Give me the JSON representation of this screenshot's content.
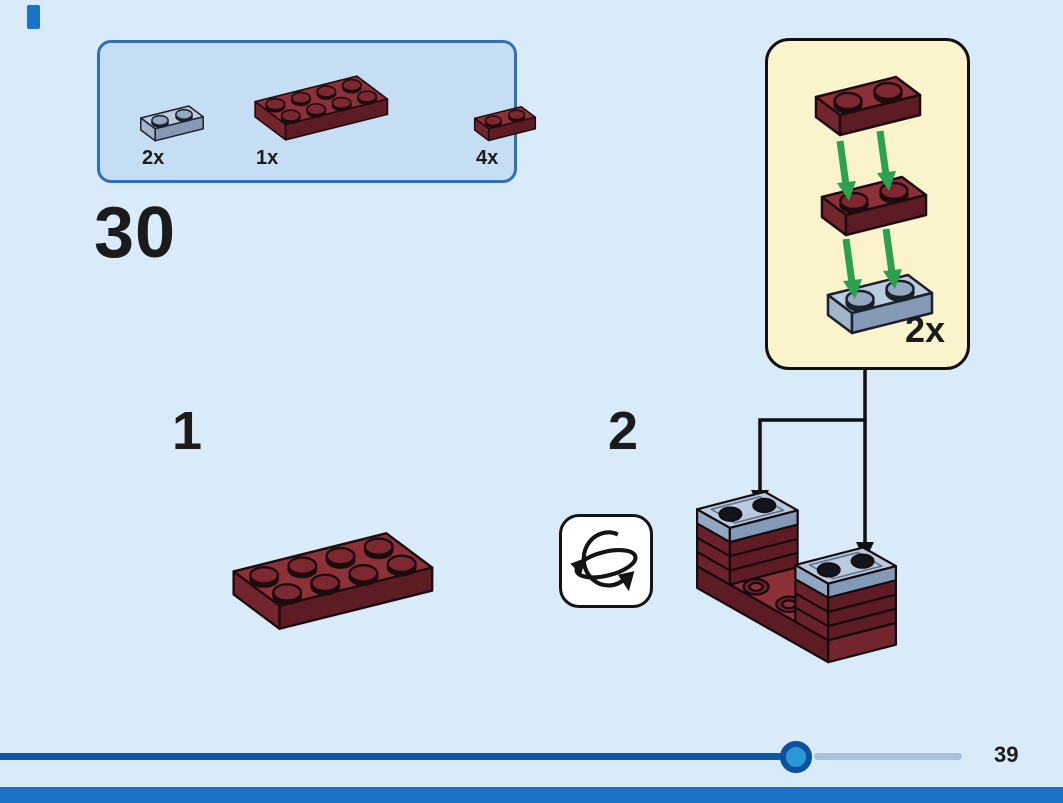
{
  "page": {
    "number": "39"
  },
  "step": {
    "number": "30"
  },
  "parts_box": {
    "items": [
      {
        "part": "plate-1x2-light-blue",
        "count": "2x"
      },
      {
        "part": "plate-2x4-dark-red",
        "count": "1x"
      },
      {
        "part": "plate-1x2-dark-red",
        "count": "4x"
      }
    ]
  },
  "substeps": [
    {
      "label": "1",
      "content": "place plate-2x4-dark-red"
    },
    {
      "label": "2",
      "content": "rotate model, attach two sub-assemblies"
    }
  ],
  "callout": {
    "count": "2x",
    "stack": [
      "plate-1x2-dark-red",
      "plate-1x2-dark-red",
      "plate-1x2-light-blue"
    ]
  },
  "colors": {
    "background": "#d9eaf9",
    "parts_box_fill": "#c6def4",
    "parts_box_border": "#2f70b6",
    "callout_fill": "#faf3cc",
    "brick_dark_red": "#8e3038",
    "brick_dark_red_shade": "#5d1c23",
    "brick_light_blue": "#bcccdf",
    "arrow_green": "#2ba14f",
    "progress_dark": "#0e5aa7",
    "progress_light": "#a7c3e0",
    "knob_ring": "#0b519c",
    "knob_center": "#2a97d6",
    "footer_bar": "#1973c9"
  }
}
